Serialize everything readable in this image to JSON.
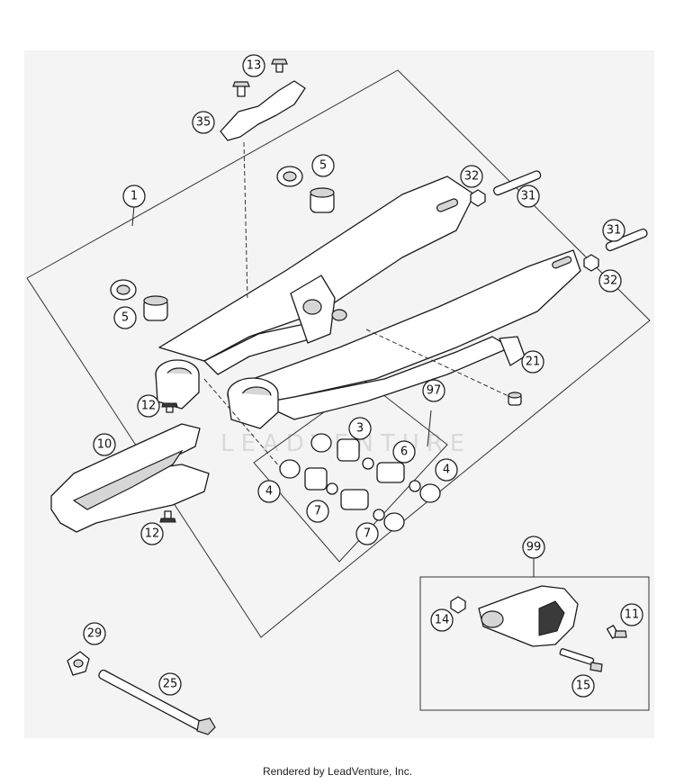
{
  "diagram": {
    "callouts": [
      {
        "id": "c13",
        "label": "13"
      },
      {
        "id": "c35",
        "label": "35"
      },
      {
        "id": "c5a",
        "label": "5"
      },
      {
        "id": "c32a",
        "label": "32"
      },
      {
        "id": "c31a",
        "label": "31"
      },
      {
        "id": "c1",
        "label": "1"
      },
      {
        "id": "c31b",
        "label": "31"
      },
      {
        "id": "c32b",
        "label": "32"
      },
      {
        "id": "c5b",
        "label": "5"
      },
      {
        "id": "c21",
        "label": "21"
      },
      {
        "id": "c12a",
        "label": "12"
      },
      {
        "id": "c97",
        "label": "97"
      },
      {
        "id": "c3",
        "label": "3"
      },
      {
        "id": "c10",
        "label": "10"
      },
      {
        "id": "c6",
        "label": "6"
      },
      {
        "id": "c4a",
        "label": "4"
      },
      {
        "id": "c4b",
        "label": "4"
      },
      {
        "id": "c7a",
        "label": "7"
      },
      {
        "id": "c7b",
        "label": "7"
      },
      {
        "id": "c12b",
        "label": "12"
      },
      {
        "id": "c99",
        "label": "99"
      },
      {
        "id": "c11",
        "label": "11"
      },
      {
        "id": "c14",
        "label": "14"
      },
      {
        "id": "c29",
        "label": "29"
      },
      {
        "id": "c25",
        "label": "25"
      },
      {
        "id": "c15",
        "label": "15"
      }
    ],
    "watermark": "LEADVENTURE"
  },
  "footer": {
    "credit": "Rendered by LeadVenture, Inc."
  }
}
